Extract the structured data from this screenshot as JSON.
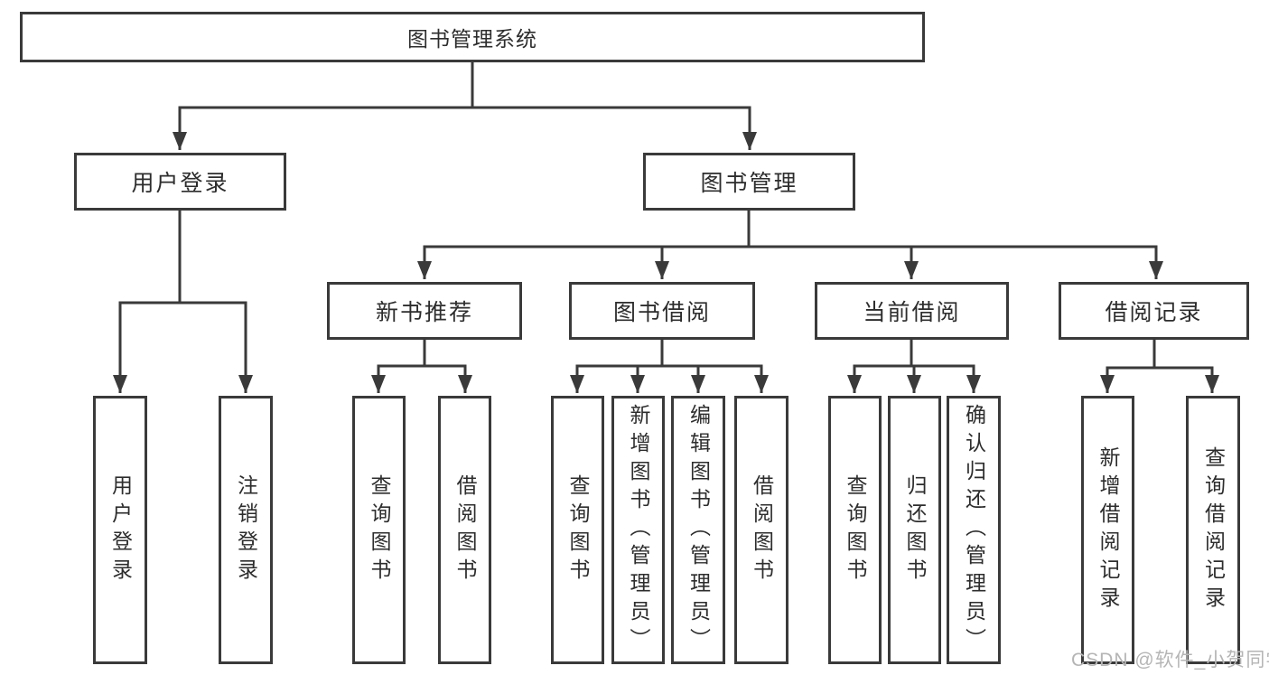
{
  "colors": {
    "line": "#3a3a3a",
    "box_border": "#3a3a3a",
    "text": "#2d2d2d",
    "watermark": "#b5b5b5",
    "background": "#ffffff"
  },
  "watermark": "CSDN @软件_小贺同学",
  "nodes": {
    "root": "图书管理系统",
    "user_login": "用户登录",
    "book_mgmt": "图书管理",
    "new_books": "新书推荐",
    "book_borrow": "图书借阅",
    "current_borrow": "当前借阅",
    "borrow_records": "借阅记录",
    "ul_login": "用户登录",
    "ul_logout": "注销登录",
    "nb_query": "查询图书",
    "nb_borrow": "借阅图书",
    "bb_query": "查询图书",
    "bb_add": "新增图书（管理员）",
    "bb_edit": "编辑图书（管理员）",
    "bb_borrow": "借阅图书",
    "cb_query": "查询图书",
    "cb_return": "归还图书",
    "cb_confirm": "确认归还（管理员）",
    "br_add": "新增借阅记录",
    "br_query": "查询借阅记录"
  },
  "hierarchy": {
    "图书管理系统": {
      "用户登录": [
        "用户登录",
        "注销登录"
      ],
      "图书管理": {
        "新书推荐": [
          "查询图书",
          "借阅图书"
        ],
        "图书借阅": [
          "查询图书",
          "新增图书（管理员）",
          "编辑图书（管理员）",
          "借阅图书"
        ],
        "当前借阅": [
          "查询图书",
          "归还图书",
          "确认归还（管理员）"
        ],
        "借阅记录": [
          "新增借阅记录",
          "查询借阅记录"
        ]
      }
    }
  }
}
